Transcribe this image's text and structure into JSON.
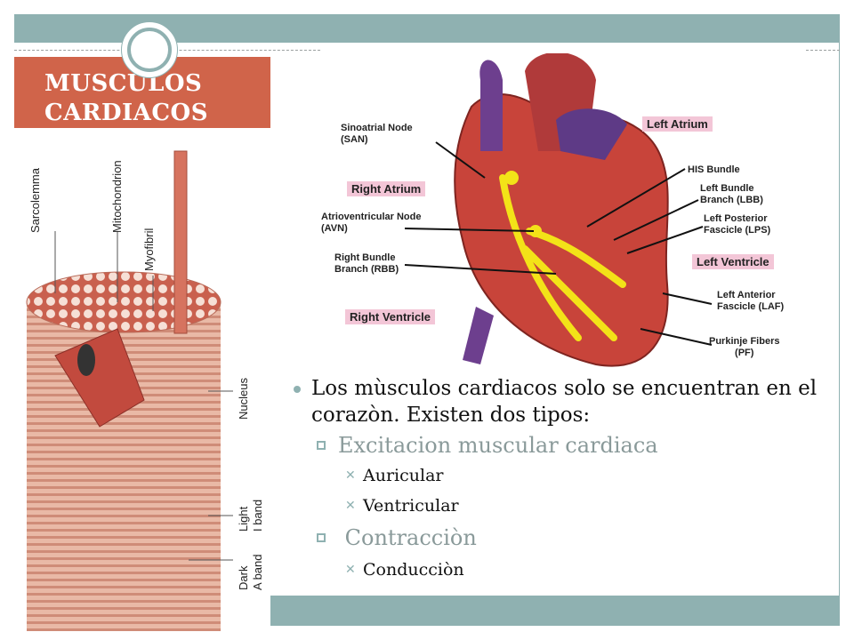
{
  "slide": {
    "title_lines": [
      "MUSCULOS",
      "CARDIACOS"
    ]
  },
  "muscle_diagram": {
    "labels": [
      "Sarcolemma",
      "Mitochondrion",
      "Myofibril",
      "Nucleus",
      "Light",
      "I band",
      "Dark",
      "A band"
    ]
  },
  "heart_diagram": {
    "labels_plain": {
      "san": [
        "Sinoatrial Node",
        "(SAN)"
      ],
      "avn": [
        "Atrioventricular Node",
        "(AVN)"
      ],
      "rbb": [
        "Right Bundle",
        "Branch (RBB)"
      ],
      "his": "HIS Bundle",
      "lbb": [
        "Left Bundle",
        "Branch (LBB)"
      ],
      "lps": [
        "Left Posterior",
        "Fascicle (LPS)"
      ],
      "laf": [
        "Left Anterior",
        "Fascicle (LAF)"
      ],
      "pf": [
        "Purkinje Fibers",
        "(PF)"
      ]
    },
    "labels_boxed": {
      "right_atrium": "Right Atrium",
      "right_ventricle": "Right Ventricle",
      "left_atrium": "Left Atrium",
      "left_ventricle": "Left Ventricle"
    }
  },
  "content": {
    "bullet_main": "Los mùsculos cardiacos solo se encuentran en el corazòn. Existen dos tipos:",
    "sub1": "Excitacion muscular cardiaca",
    "sub1_items": [
      "Auricular",
      "Ventricular"
    ],
    "sub2": " Contracciòn",
    "sub2_items": [
      "Conducciòn"
    ]
  },
  "colors": {
    "band": "#8fb1b1",
    "title_bg": "#d0644a",
    "subheading": "#8a9a9a"
  }
}
